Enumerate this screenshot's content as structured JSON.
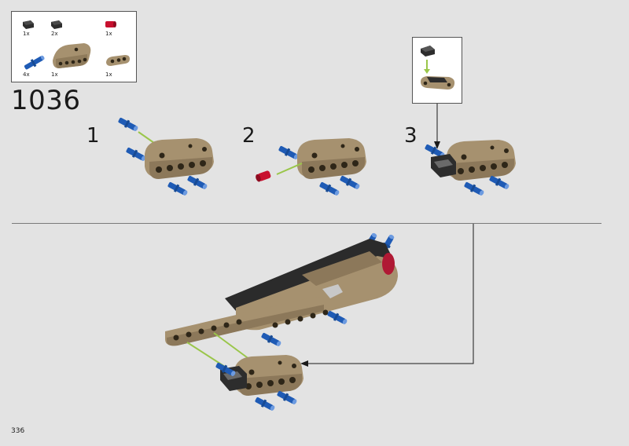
{
  "parts_list": {
    "items": [
      {
        "qty": "1x",
        "color": "#2d2d2d",
        "icon": "dark-tile-icon"
      },
      {
        "qty": "2x",
        "color": "#2d2d2d",
        "icon": "dark-tile-icon"
      },
      {
        "qty": "1x",
        "color": "#c8102e",
        "icon": "red-pin-icon"
      },
      {
        "qty": "4x",
        "color": "#1f5bb5",
        "icon": "blue-axle-pin-icon"
      },
      {
        "qty": "1x",
        "color": "#a6916f",
        "icon": "tan-beam-icon"
      },
      {
        "qty": "1x",
        "color": "#a6916f",
        "icon": "tan-short-beam-icon"
      }
    ]
  },
  "step": {
    "number": "1036"
  },
  "sub_steps": [
    "1",
    "2",
    "3"
  ],
  "page": {
    "number": "336"
  },
  "colors": {
    "tan": "#a6916f",
    "blue": "#1f5bb5",
    "red": "#c8102e",
    "dark": "#2d2d2d",
    "arrow_green": "#9ac64a"
  }
}
